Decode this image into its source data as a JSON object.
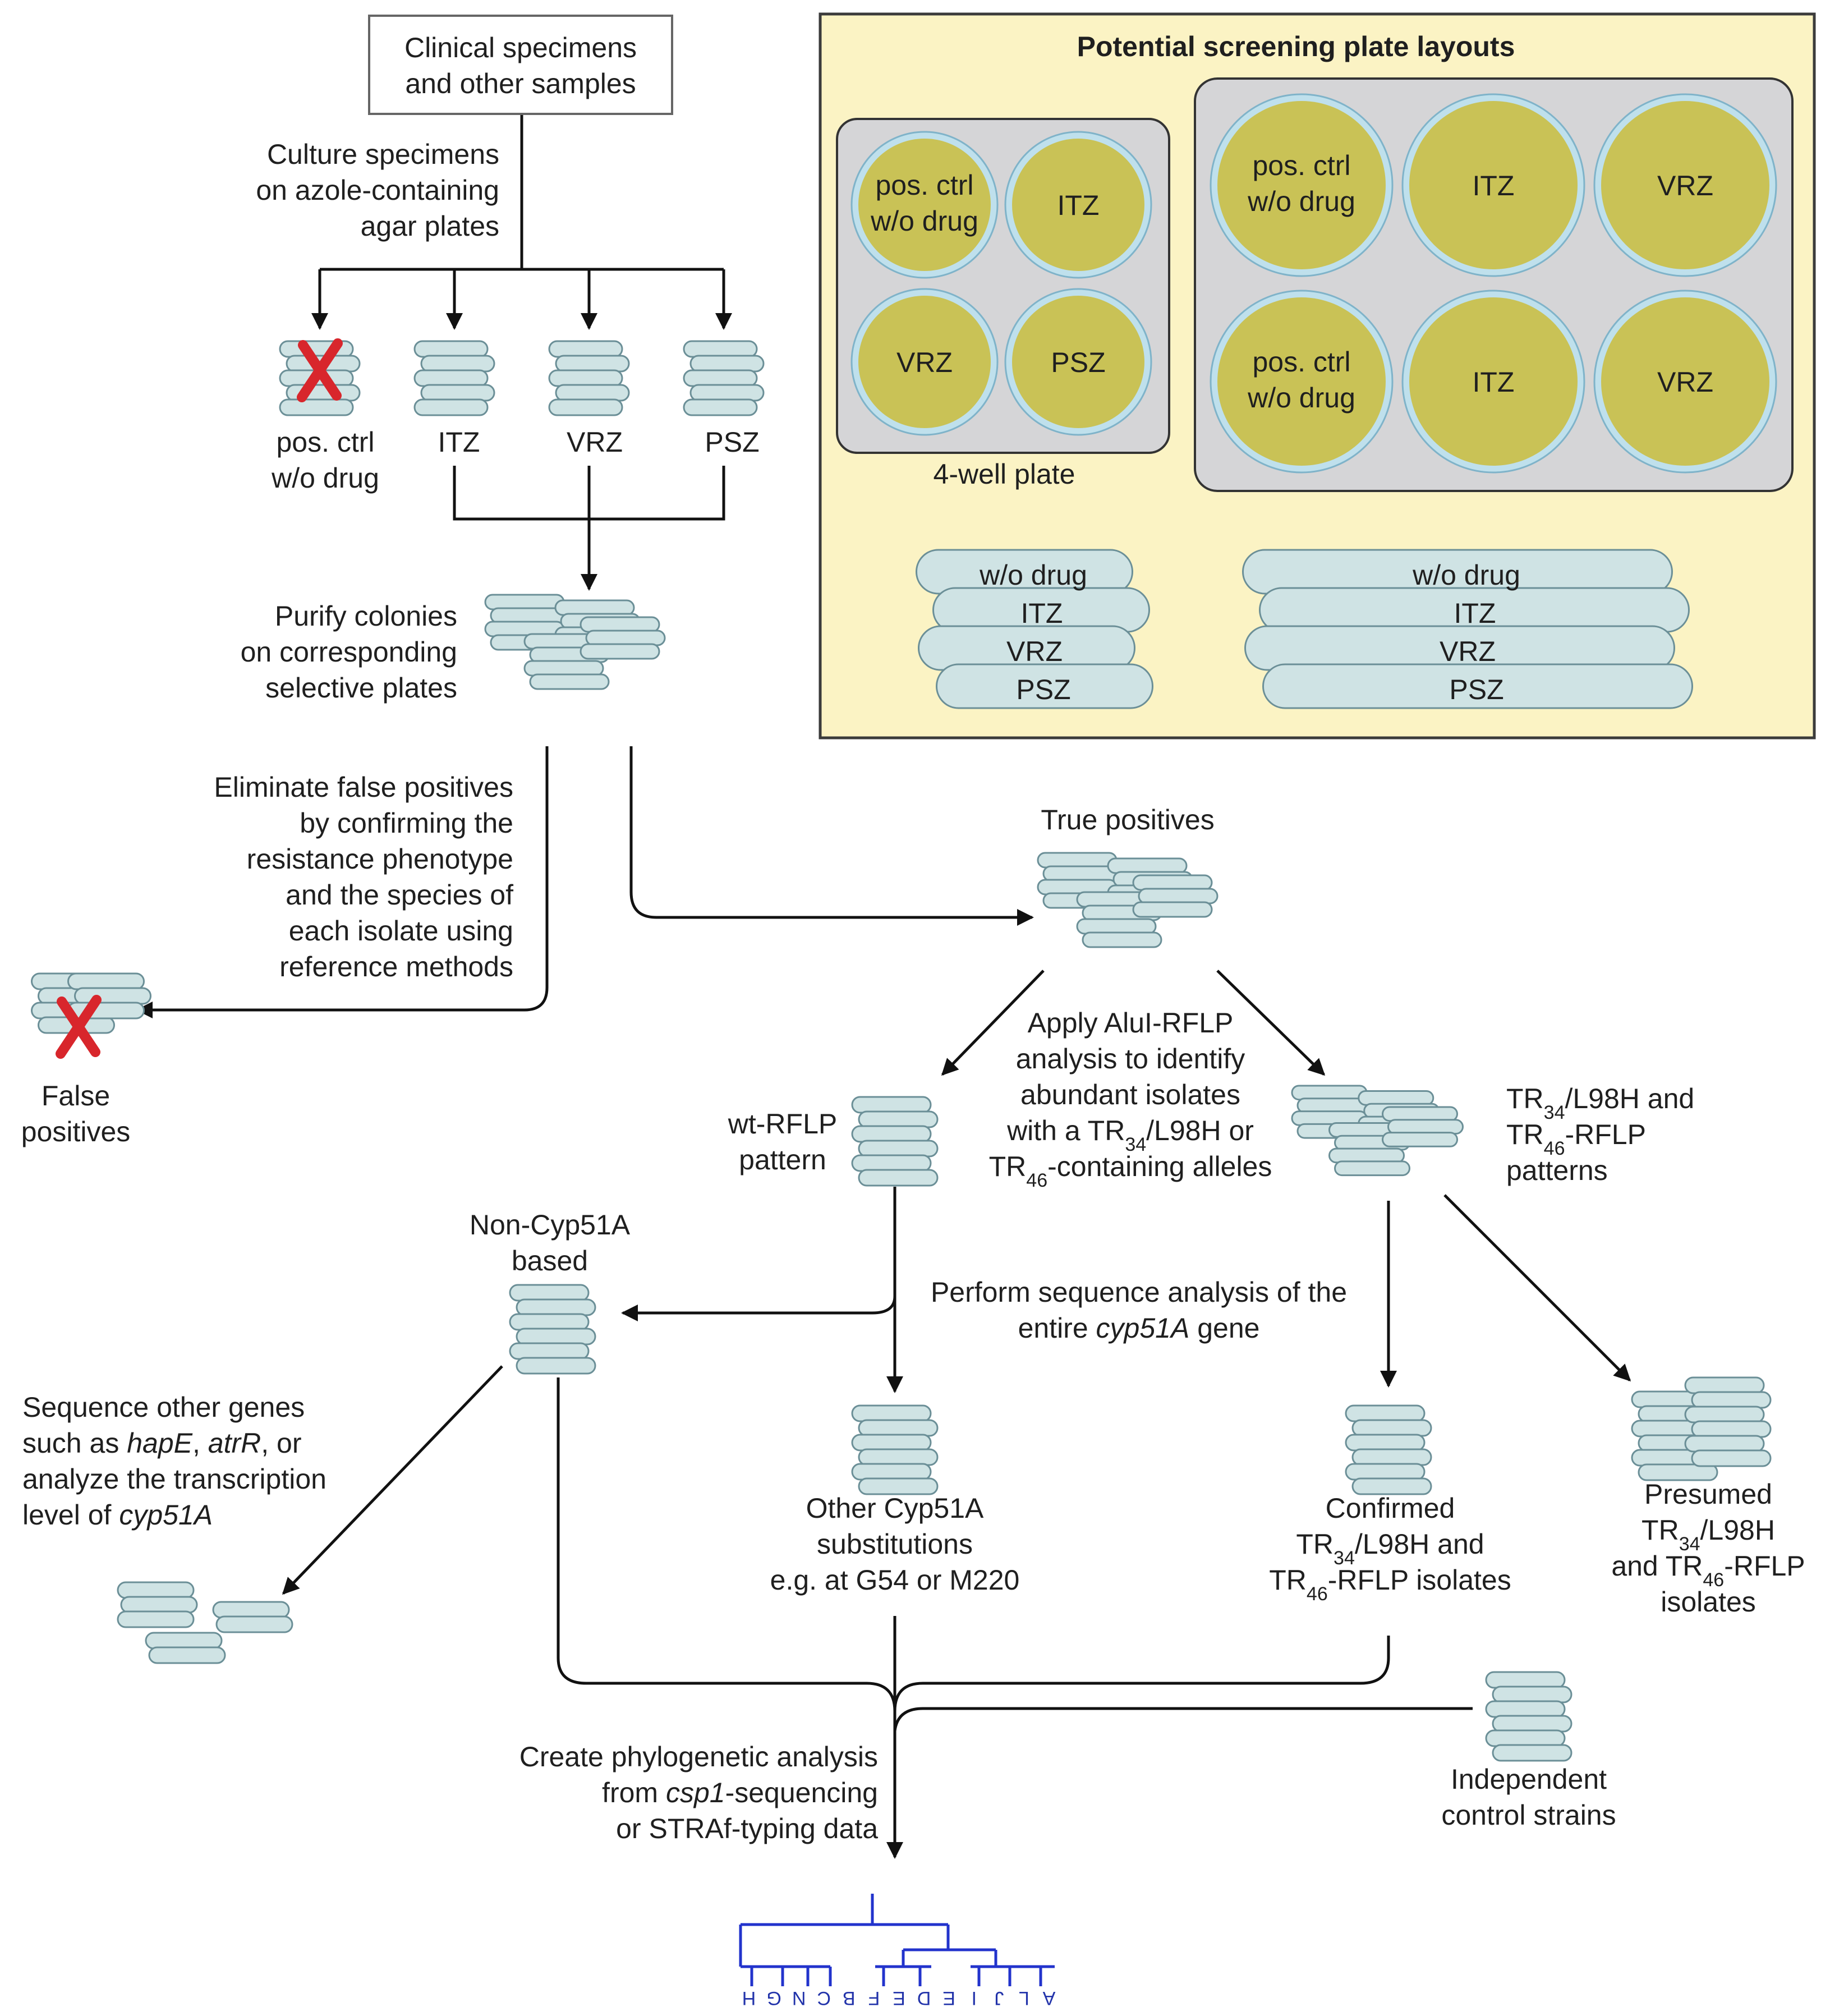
{
  "colors": {
    "panel_bg": "#fbf3c4",
    "panel_border": "#3b3b3b",
    "plate_gray": "#d5d5d7",
    "well_fill": "#c9c256",
    "well_ring": "#bfe0ec",
    "dish_fill": "#cfe3e4",
    "dish_stroke": "#6b8f97",
    "red_x": "#d8262c",
    "tree_blue": "#2233cc"
  },
  "top_box": [
    "Clinical specimens",
    "and other samples"
  ],
  "culture_text": [
    "Culture specimens",
    "on azole-containing",
    "agar plates"
  ],
  "plates": {
    "pos_ctrl": [
      "pos. ctrl",
      "w/o drug"
    ],
    "itz": "ITZ",
    "vrz": "VRZ",
    "psz": "PSZ"
  },
  "purify_text": [
    "Purify colonies",
    "on corresponding",
    "selective plates"
  ],
  "eliminate_text": [
    "Eliminate false positives",
    "by confirming the",
    "resistance phenotype",
    "and the species of",
    "each isolate using",
    "reference methods"
  ],
  "false_positives": [
    "False",
    "positives"
  ],
  "true_positives": "True positives",
  "alui_text": [
    {
      "parts": [
        {
          "t": "Apply AluI-RFLP"
        }
      ]
    },
    {
      "parts": [
        {
          "t": "analysis to identify"
        }
      ]
    },
    {
      "parts": [
        {
          "t": "abundant isolates"
        }
      ]
    },
    {
      "parts": [
        {
          "t": "with a TR"
        },
        {
          "t": "34",
          "sub": true
        },
        {
          "t": "/L98H or"
        }
      ]
    },
    {
      "parts": [
        {
          "t": "TR"
        },
        {
          "t": "46",
          "sub": true
        },
        {
          "t": "-containing alleles"
        }
      ]
    }
  ],
  "wt_rflp": [
    "wt-RFLP",
    "pattern"
  ],
  "tr_patterns": [
    {
      "parts": [
        {
          "t": "TR"
        },
        {
          "t": "34",
          "sub": true
        },
        {
          "t": "/L98H and"
        }
      ]
    },
    {
      "parts": [
        {
          "t": "TR"
        },
        {
          "t": "46",
          "sub": true
        },
        {
          "t": "-RFLP"
        }
      ]
    },
    {
      "parts": [
        {
          "t": "patterns"
        }
      ]
    }
  ],
  "non_cyp": [
    "Non-Cyp51A",
    "based"
  ],
  "perform_text": [
    {
      "parts": [
        {
          "t": "Perform sequence analysis of the"
        }
      ]
    },
    {
      "parts": [
        {
          "t": "entire "
        },
        {
          "t": "cyp51A",
          "it": true
        },
        {
          "t": " gene"
        }
      ]
    }
  ],
  "sequence_other": [
    {
      "parts": [
        {
          "t": "Sequence other genes"
        }
      ]
    },
    {
      "parts": [
        {
          "t": "such as "
        },
        {
          "t": "hapE",
          "it": true
        },
        {
          "t": ", "
        },
        {
          "t": "atrR",
          "it": true
        },
        {
          "t": ", or"
        }
      ]
    },
    {
      "parts": [
        {
          "t": "analyze the transcription"
        }
      ]
    },
    {
      "parts": [
        {
          "t": "level of "
        },
        {
          "t": "cyp51A",
          "it": true
        }
      ]
    }
  ],
  "other_cyp": [
    "Other Cyp51A",
    "substitutions",
    "e.g. at G54 or M220"
  ],
  "confirmed": [
    {
      "parts": [
        {
          "t": "Confirmed"
        }
      ]
    },
    {
      "parts": [
        {
          "t": "TR"
        },
        {
          "t": "34",
          "sub": true
        },
        {
          "t": "/L98H and"
        }
      ]
    },
    {
      "parts": [
        {
          "t": "TR"
        },
        {
          "t": "46",
          "sub": true
        },
        {
          "t": "-RFLP isolates"
        }
      ]
    }
  ],
  "presumed": [
    {
      "parts": [
        {
          "t": "Presumed"
        }
      ]
    },
    {
      "parts": [
        {
          "t": "TR"
        },
        {
          "t": "34",
          "sub": true
        },
        {
          "t": "/L98H"
        }
      ]
    },
    {
      "parts": [
        {
          "t": "and TR"
        },
        {
          "t": "46",
          "sub": true
        },
        {
          "t": "-RFLP"
        }
      ]
    },
    {
      "parts": [
        {
          "t": "isolates"
        }
      ]
    }
  ],
  "independent": [
    "Independent",
    "control strains"
  ],
  "phylo_text": [
    {
      "parts": [
        {
          "t": "Create phylogenetic analysis"
        }
      ]
    },
    {
      "parts": [
        {
          "t": "from "
        },
        {
          "t": "csp1",
          "it": true
        },
        {
          "t": "-sequencing"
        }
      ]
    },
    {
      "parts": [
        {
          "t": "or STRAf-typing data"
        }
      ]
    }
  ],
  "tree_leaves": [
    "H",
    "G",
    "N",
    "C",
    "B",
    "F",
    "E",
    "D",
    "E",
    "I",
    "J",
    "L",
    "A"
  ],
  "panel": {
    "title": "Potential screening plate layouts",
    "four_well_label": "4-well plate",
    "four_well": [
      "pos. ctrl\nw/o drug",
      "ITZ",
      "VRZ",
      "PSZ"
    ],
    "six_well": [
      "pos. ctrl\nw/o drug",
      "ITZ",
      "VRZ",
      "pos. ctrl\nw/o drug",
      "ITZ",
      "VRZ"
    ],
    "stack_small": [
      "w/o drug",
      "ITZ",
      "VRZ",
      "PSZ"
    ],
    "stack_large": [
      "w/o drug",
      "ITZ",
      "VRZ",
      "PSZ"
    ]
  }
}
